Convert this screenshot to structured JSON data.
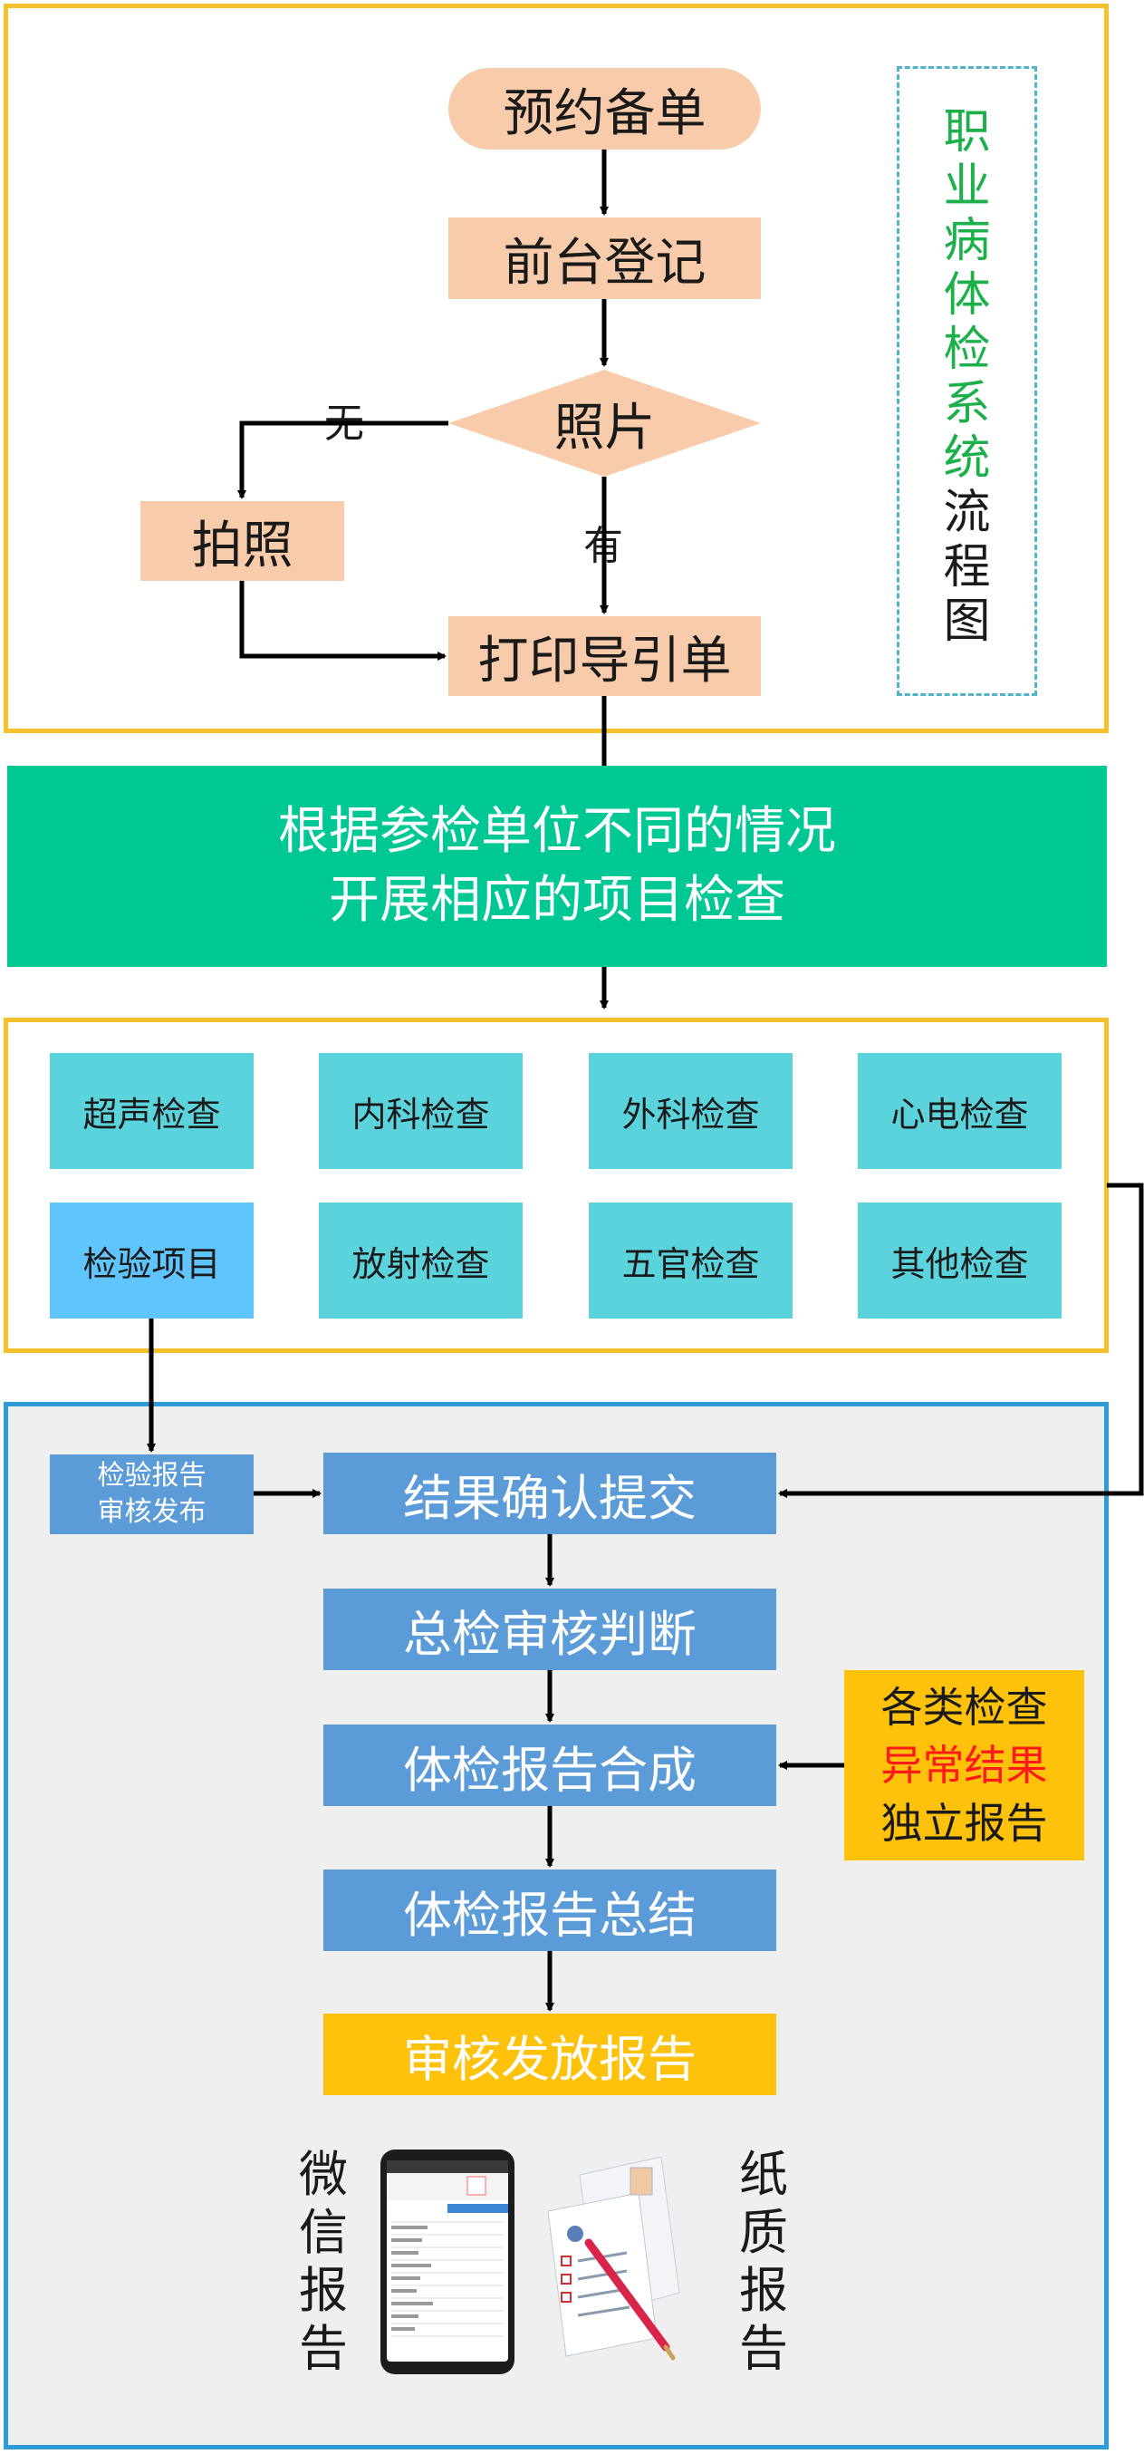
{
  "colors": {
    "yellow_frame": "#f4c02c",
    "blue_frame": "#2e9bd6",
    "peach": "#f8ccaa",
    "green_banner": "#00c895",
    "cyan_box": "#5ad3dc",
    "light_blue_box": "#60c5fd",
    "blue_box": "#5b9bd7",
    "gold_box": "#fec10c",
    "title_green": "#1bb04a",
    "red_text": "#ff1a1a"
  },
  "title": {
    "green_chars": [
      "职",
      "业",
      "病",
      "体",
      "检",
      "系",
      "统"
    ],
    "black_chars": [
      "流",
      "程",
      "图"
    ]
  },
  "flow": {
    "reserve": "预约备单",
    "register": "前台登记",
    "photo_decision": "照片",
    "label_no": "无",
    "label_yes": "有",
    "take_photo": "拍照",
    "print_guide": "打印导引单"
  },
  "banner": {
    "line1": "根据参检单位不同的情况",
    "line2": "开展相应的项目检查"
  },
  "exams": [
    {
      "label": "超声检查"
    },
    {
      "label": "内科检查"
    },
    {
      "label": "外科检查"
    },
    {
      "label": "心电检查"
    },
    {
      "label": "检验项目"
    },
    {
      "label": "放射检查"
    },
    {
      "label": "五官检查"
    },
    {
      "label": "其他检查"
    }
  ],
  "lab_report": {
    "line1": "检验报告",
    "line2": "审核发布"
  },
  "process": {
    "confirm": "结果确认提交",
    "review": "总检审核判断",
    "compose": "体检报告合成",
    "summary": "体检报告总结",
    "release": "审核发放报告"
  },
  "abnormal": {
    "line1": "各类检查",
    "line2": "异常结果",
    "line3": "独立报告"
  },
  "outputs": {
    "wechat_chars": [
      "微",
      "信",
      "报",
      "告"
    ],
    "paper_chars": [
      "纸",
      "质",
      "报",
      "告"
    ]
  }
}
